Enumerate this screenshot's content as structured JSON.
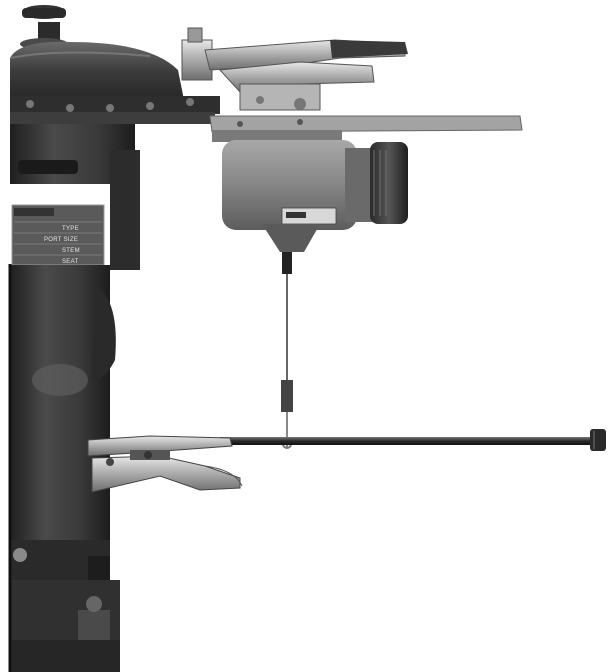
{
  "nameplate": {
    "line_type": "TYPE",
    "line_port_size": "PORT SIZE",
    "line_stem": "STEM",
    "line_seat": "SEAT"
  },
  "colors": {
    "background": "#ffffff",
    "valve_body": "#3b3b3b",
    "metal_light": "#b8b8b8",
    "motor_gray": "#8c8c8c"
  }
}
